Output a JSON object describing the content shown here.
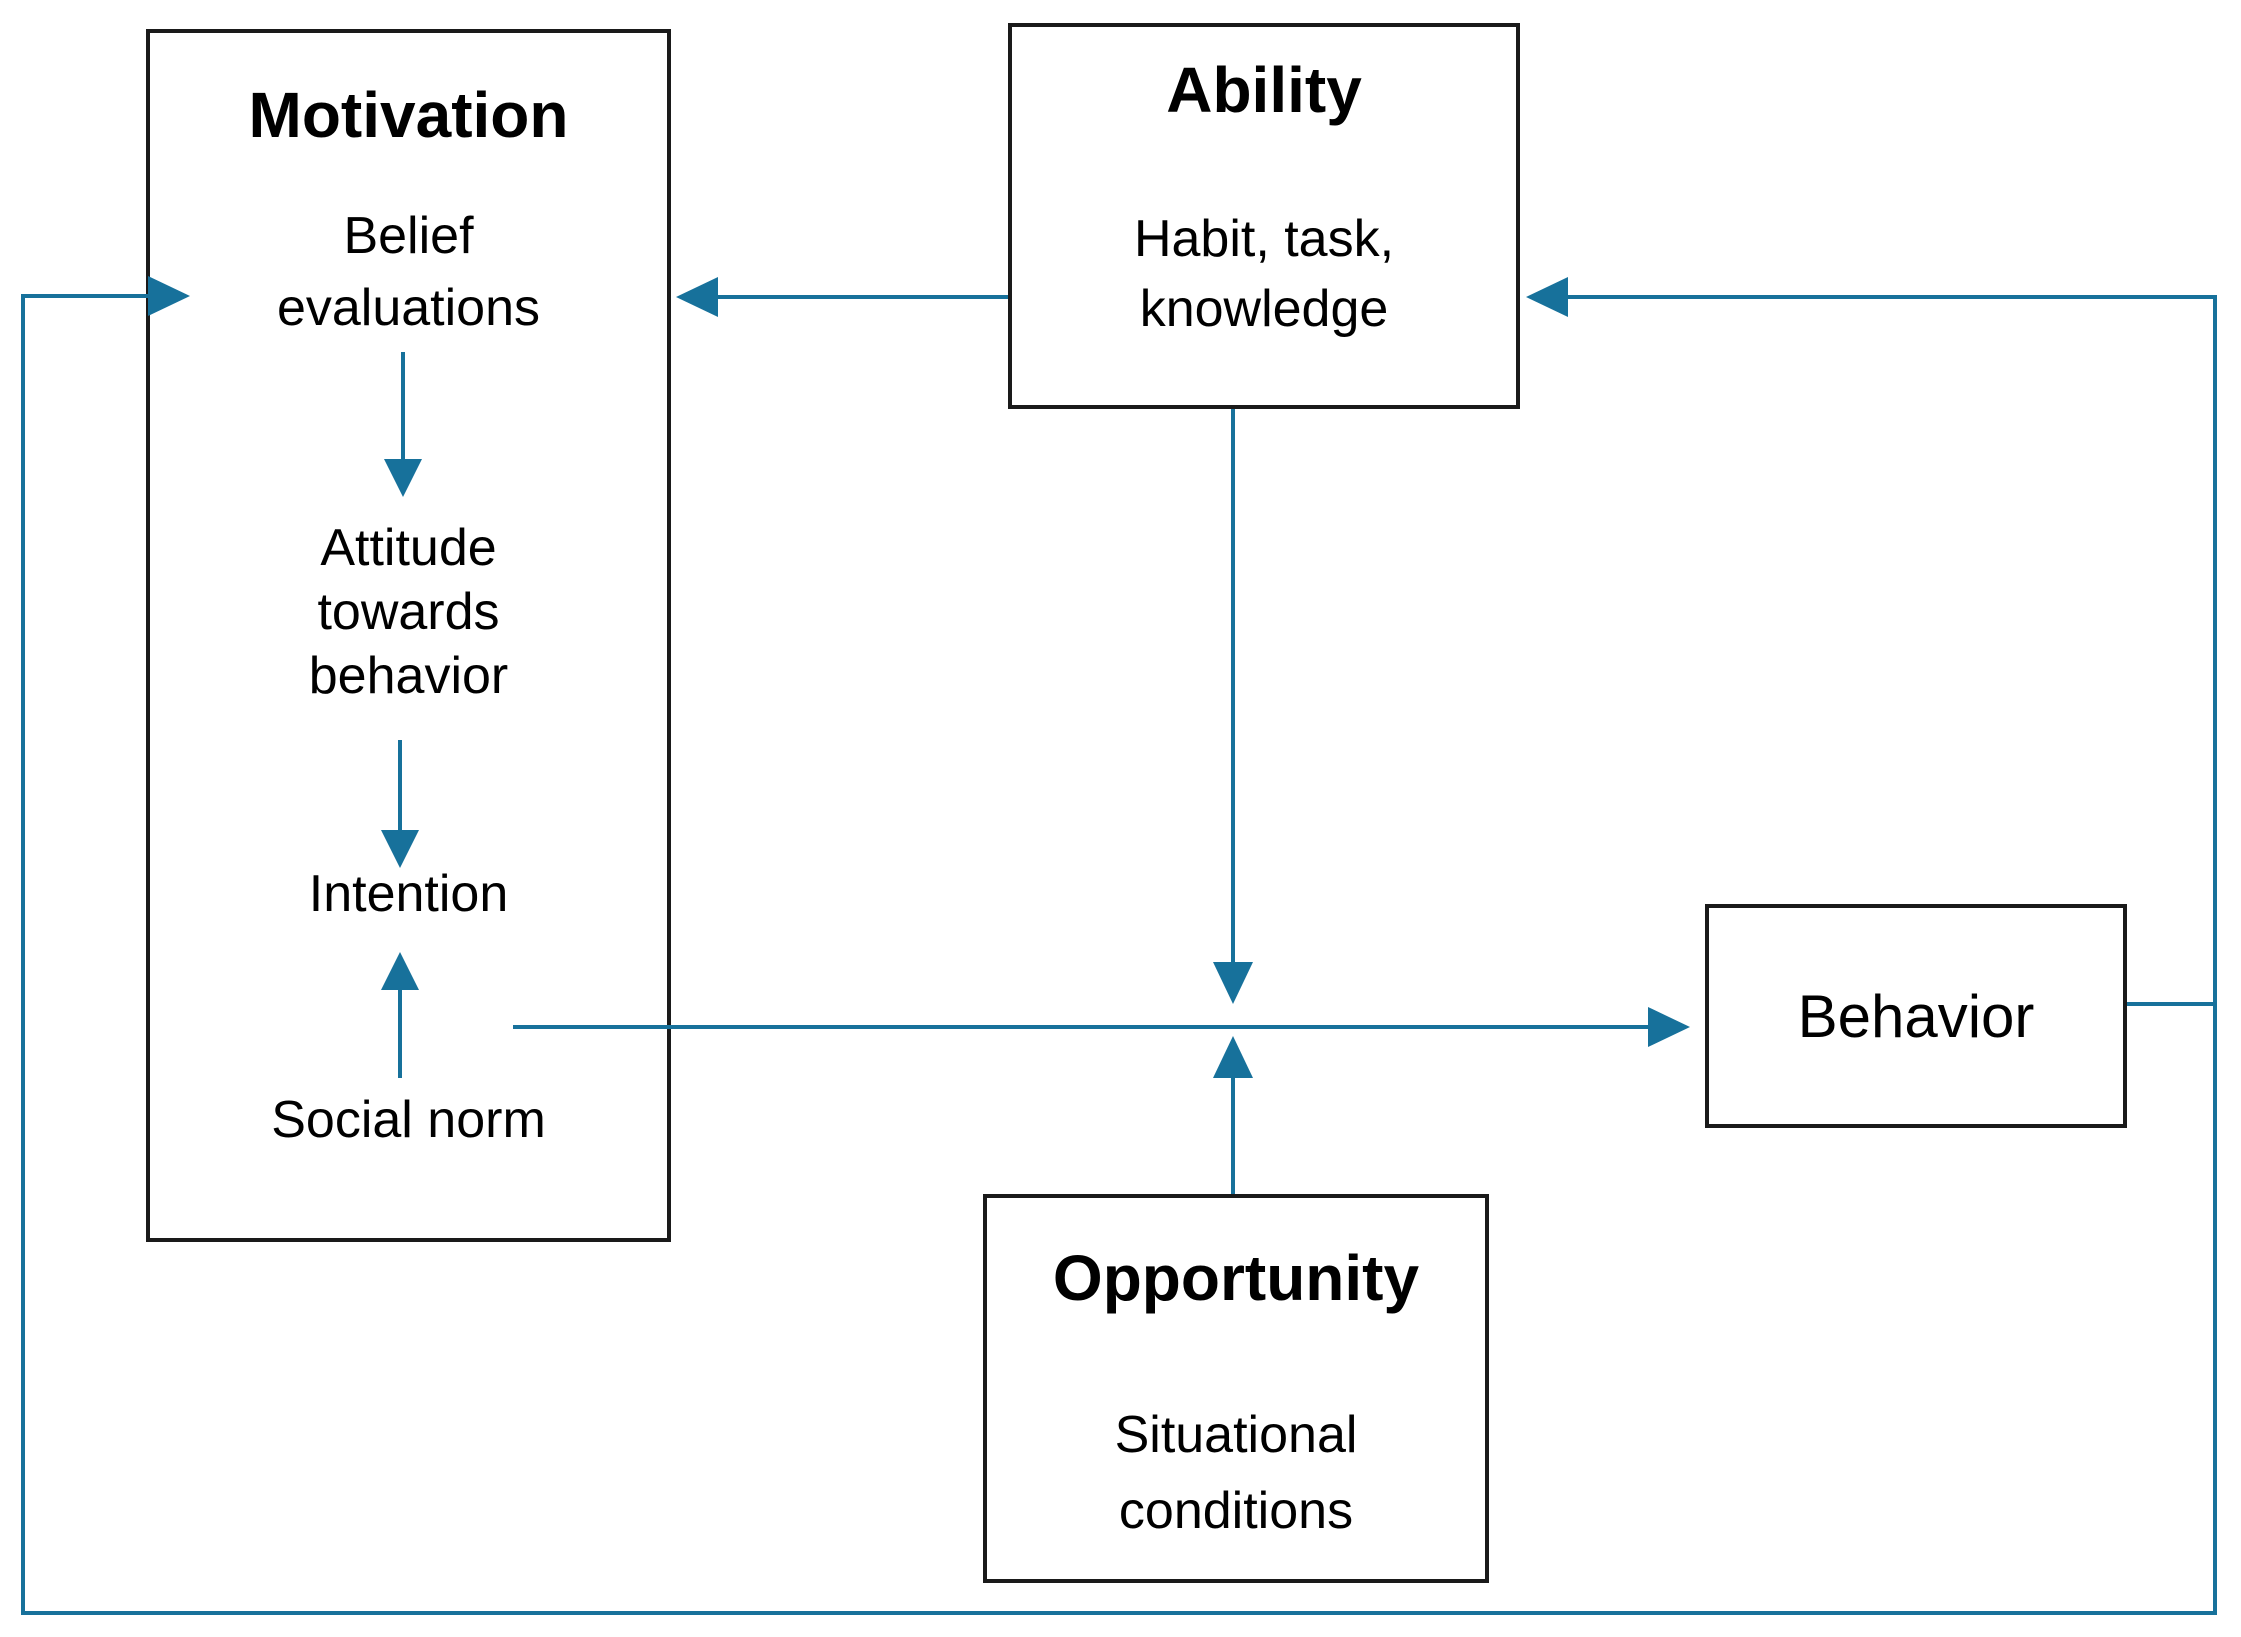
{
  "colors": {
    "accent": "#17719b",
    "box_border": "#1a1a1a",
    "background": "#ffffff"
  },
  "boxes": {
    "motivation": {
      "title": "Motivation",
      "belief": "Belief evaluations",
      "attitude": "Attitude towards behavior",
      "intention": "Intention",
      "social_norm": "Social norm"
    },
    "ability": {
      "title": "Ability",
      "body": "Habit, task, knowledge"
    },
    "opportunity": {
      "title": "Opportunity",
      "body": "Situational conditions"
    },
    "behavior": {
      "label": "Behavior"
    }
  },
  "connections": [
    "Belief evaluations -> Attitude towards behavior",
    "Attitude towards behavior -> Intention",
    "Social norm -> Intention",
    "Ability -> Motivation (Belief evaluations)",
    "Ability -> down to Behavior path",
    "Opportunity -> up to Behavior path",
    "Intention (Motivation) -> Behavior",
    "Behavior -> feedback loop -> Motivation (Belief evaluations)",
    "Behavior -> feedback loop -> Ability"
  ]
}
